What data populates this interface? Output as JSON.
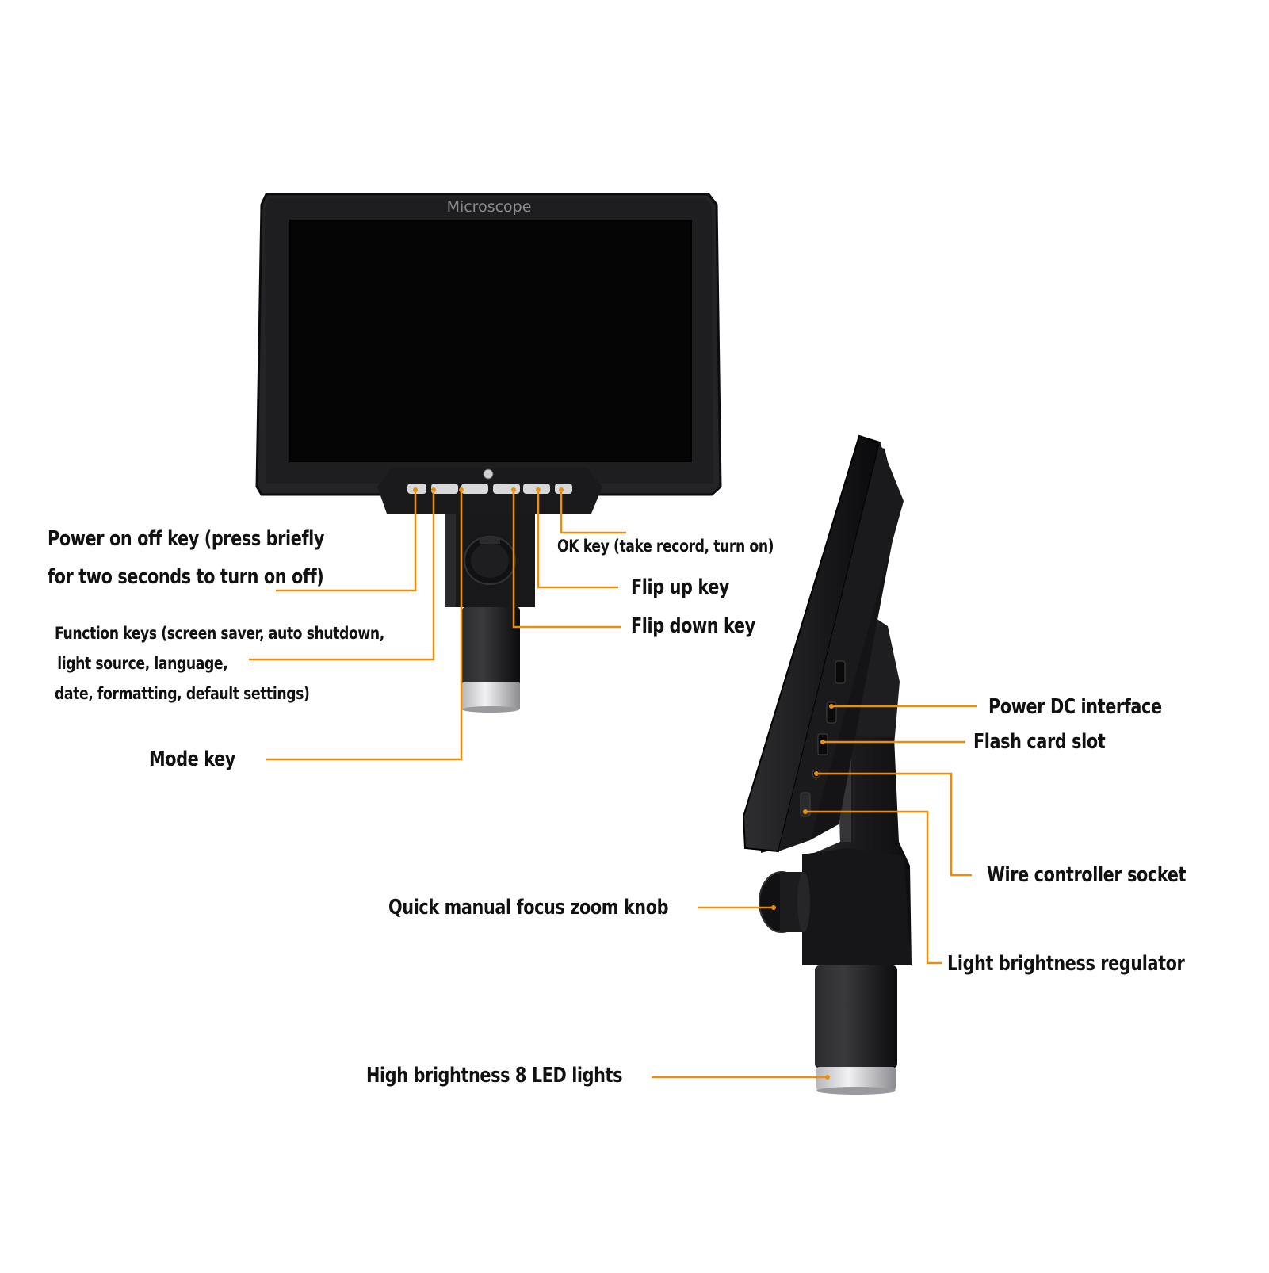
{
  "device": {
    "brand_text": "Microscope"
  },
  "colors": {
    "leader_line": "#e8900c",
    "device_body": "#1c1c1e",
    "screen": "#050505",
    "label_text": "#111111"
  },
  "labels": {
    "power_key": [
      "Power on off key (press briefly",
      "for two seconds to turn on off)"
    ],
    "function_keys": [
      "Function keys (screen saver, auto shutdown,",
      " light source, language,",
      "date, formatting, default settings)"
    ],
    "mode_key": "Mode key",
    "ok_key": "OK key (take record, turn on)",
    "flip_up_key": "Flip up key",
    "flip_down_key": "Flip down key",
    "power_dc": "Power DC interface",
    "flash_card": "Flash card slot",
    "wire_controller": "Wire controller socket",
    "focus_knob": "Quick manual focus zoom knob",
    "brightness_regulator": "Light brightness regulator",
    "led_lights": "High brightness 8 LED lights"
  }
}
